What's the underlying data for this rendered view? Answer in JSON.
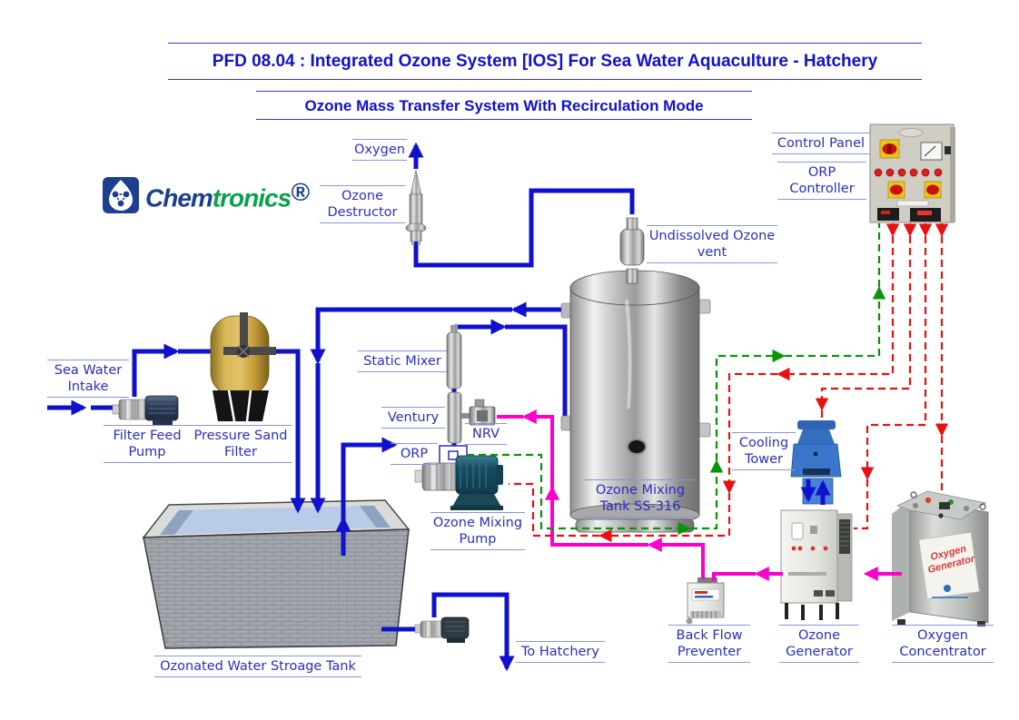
{
  "title": "PFD 08.04 : Integrated Ozone System [IOS] For Sea Water Aquaculture - Hatchery",
  "subtitle": "Ozone Mass Transfer System With Recirculation Mode",
  "logo": {
    "chem": "Chem",
    "tronics": "tronics",
    "registered": "®"
  },
  "labels": {
    "oxygen": "Oxygen",
    "ozone_destructor": "Ozone Destructor",
    "control_panel": "Control Panel",
    "orp_controller": "ORP Controller",
    "undissolved_ozone_vent": "Undissolved Ozone vent",
    "sea_water_intake": "Sea Water Intake",
    "filter_feed_pump": "Filter Feed Pump",
    "pressure_sand_filter": "Pressure Sand Filter",
    "static_mixer": "Static Mixer",
    "ventury": "Ventury",
    "orp": "ORP",
    "nrv": "NRV",
    "ozone_mixing_pump": "Ozone Mixing Pump",
    "ozone_mixing_tank": "Ozone Mixing Tank SS-316",
    "cooling_tower": "Cooling Tower",
    "back_flow_preventer": "Back Flow Preventer",
    "ozone_generator": "Ozone Generator",
    "oxygen_concentrator": "Oxygen Concentrator",
    "ozonated_water_storage_tank": "Ozonated Water Stroage Tank",
    "to_hatchery": "To Hatchery"
  },
  "equipment_text": {
    "oxygen_generator_sticker": "Oxygen Generator"
  },
  "colors": {
    "water_pipe": "#1010cf",
    "ozone_gas_pipe": "#ff00cc",
    "orp_signal": "#089408",
    "control_signal": "#e81010",
    "label_text": "#2a2ec0",
    "title_text": "#1111cc",
    "logo_blue": "#1c3e8e",
    "logo_green": "#0aa14e"
  }
}
